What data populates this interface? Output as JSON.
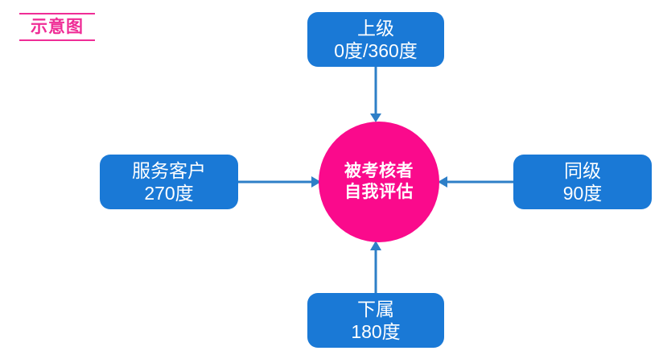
{
  "caption": {
    "label": "示意图"
  },
  "colors": {
    "node_blue": "#1a79d6",
    "center_pink": "#fa0a8c",
    "caption_pink": "#ef2d96",
    "connector_blue": "#2e7fc7",
    "background": "#ffffff",
    "node_text": "#ffffff"
  },
  "center": {
    "name": "被考核者自我评估",
    "line1": "被考核者",
    "line2": "自我评估"
  },
  "nodes": [
    {
      "id": "superior",
      "title": "上级",
      "degree": "0度/360度",
      "position": "top"
    },
    {
      "id": "peer",
      "title": "同级",
      "degree": "90度",
      "position": "right"
    },
    {
      "id": "subordinate",
      "title": "下属",
      "degree": "180度",
      "position": "bottom"
    },
    {
      "id": "customer",
      "title": "服务客户",
      "degree": "270度",
      "position": "left"
    }
  ],
  "connectors": [
    {
      "from": "superior",
      "to": "center",
      "direction": "down",
      "arrowhead": "end"
    },
    {
      "from": "peer",
      "to": "center",
      "direction": "left",
      "arrowhead": "end"
    },
    {
      "from": "subordinate",
      "to": "center",
      "direction": "up",
      "arrowhead": "end"
    },
    {
      "from": "customer",
      "to": "center",
      "direction": "right",
      "arrowhead": "end"
    }
  ]
}
